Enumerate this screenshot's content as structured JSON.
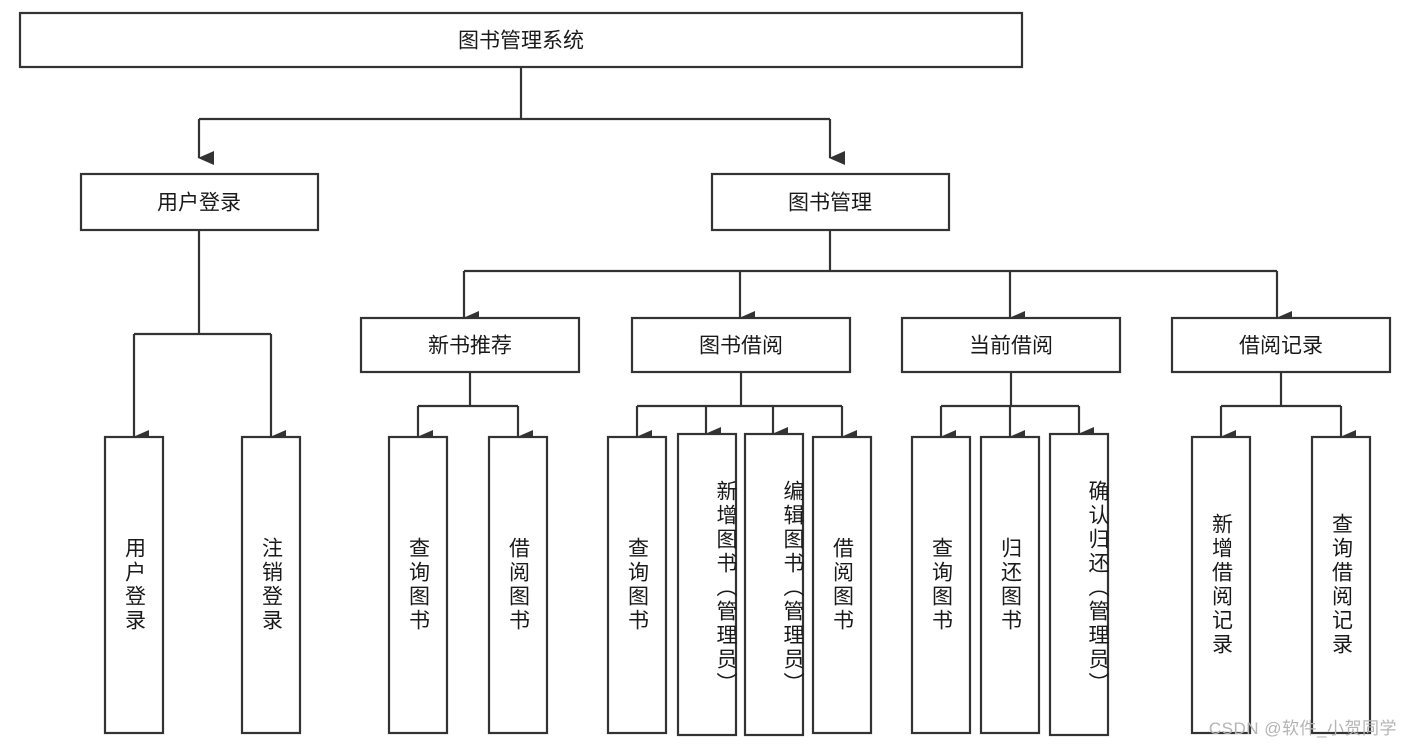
{
  "diagram": {
    "type": "tree-hierarchy",
    "title": "图书管理系统",
    "watermark": "CSDN @软件_小贺同学",
    "colors": {
      "stroke": "#333333",
      "fill": "#ffffff",
      "text": "#1a1a1a",
      "watermark": "#b4b4b4",
      "background": "#ffffff"
    },
    "root": {
      "id": "root",
      "label": "图书管理系统",
      "orientation": "horizontal"
    },
    "level1": [
      {
        "id": "user-login",
        "label": "用户登录",
        "orientation": "horizontal"
      },
      {
        "id": "book-management",
        "label": "图书管理",
        "orientation": "horizontal"
      }
    ],
    "level2": [
      {
        "id": "new-book-recommend",
        "label": "新书推荐",
        "orientation": "horizontal",
        "parent": "book-management"
      },
      {
        "id": "book-borrow",
        "label": "图书借阅",
        "orientation": "horizontal",
        "parent": "book-management"
      },
      {
        "id": "current-borrow",
        "label": "当前借阅",
        "orientation": "horizontal",
        "parent": "book-management"
      },
      {
        "id": "borrow-record",
        "label": "借阅记录",
        "orientation": "horizontal",
        "parent": "book-management"
      }
    ],
    "leaves": [
      {
        "id": "leaf-user-login",
        "label": "用户登录",
        "orientation": "vertical",
        "parent": "user-login"
      },
      {
        "id": "leaf-logout-login",
        "label": "注销登录",
        "orientation": "vertical",
        "parent": "user-login"
      },
      {
        "id": "leaf-query-book-1",
        "label": "查询图书",
        "orientation": "vertical",
        "parent": "new-book-recommend"
      },
      {
        "id": "leaf-borrow-book-1",
        "label": "借阅图书",
        "orientation": "vertical",
        "parent": "new-book-recommend"
      },
      {
        "id": "leaf-query-book-2",
        "label": "查询图书",
        "orientation": "vertical",
        "parent": "book-borrow"
      },
      {
        "id": "leaf-add-book",
        "label": "新增图书（管理员）",
        "orientation": "vertical",
        "parent": "book-borrow"
      },
      {
        "id": "leaf-edit-book",
        "label": "编辑图书（管理员）",
        "orientation": "vertical",
        "parent": "book-borrow"
      },
      {
        "id": "leaf-borrow-book-2",
        "label": "借阅图书",
        "orientation": "vertical",
        "parent": "book-borrow"
      },
      {
        "id": "leaf-query-book-3",
        "label": "查询图书",
        "orientation": "vertical",
        "parent": "current-borrow"
      },
      {
        "id": "leaf-return-book",
        "label": "归还图书",
        "orientation": "vertical",
        "parent": "current-borrow"
      },
      {
        "id": "leaf-confirm-return",
        "label": "确认归还（管理员）",
        "orientation": "vertical",
        "parent": "current-borrow"
      },
      {
        "id": "leaf-add-record",
        "label": "新增借阅记录",
        "orientation": "vertical",
        "parent": "borrow-record"
      },
      {
        "id": "leaf-query-record",
        "label": "查询借阅记录",
        "orientation": "vertical",
        "parent": "borrow-record"
      }
    ]
  }
}
